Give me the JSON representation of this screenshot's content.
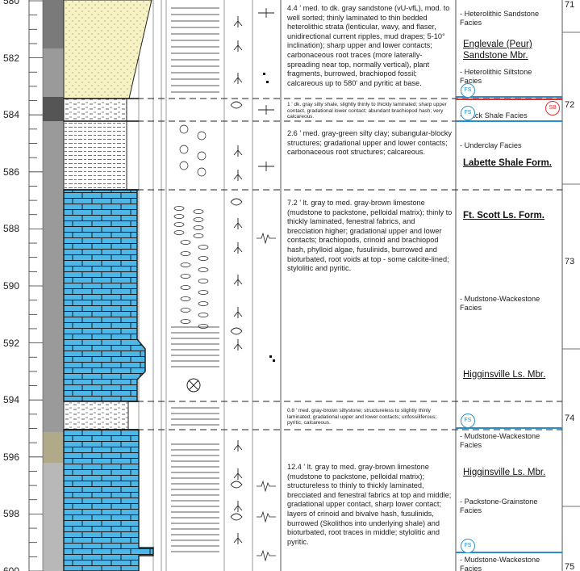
{
  "depth_labels": [
    "580",
    "582",
    "584",
    "586",
    "588",
    "590",
    "592",
    "594",
    "596",
    "598",
    "600"
  ],
  "descriptions": [
    {
      "id": "unit1",
      "size": "normal",
      "text": "4.4 ' med. to dk. gray sandstone (vU-vfL), mod. to well sorted; thinly laminated to thin bedded heterolithic strata (lenticular, wavy, and flaser, unidirectional current ripples, mud drapes; 5-10° inclination); sharp upper and lower contacts; carbonaceous root traces (more laterally-spreading near top, normally vertical), plant fragments, burrowed, brachiopod fossil; calcareous up to 580' and pyritic at base."
    },
    {
      "id": "unit2",
      "size": "small",
      "text": "1 ' dk. gray silty shale, slightly thinly to thickly laminated; sharp upper contact, gradational lower contact; abundant brachiopod hash; very calcareous."
    },
    {
      "id": "unit3",
      "size": "normal",
      "text": "2.6 ' med. gray-green silty clay; subangular-blocky structures; gradational upper and lower contacts; carbonaceous root structures; calcareous."
    },
    {
      "id": "unit4",
      "size": "normal",
      "text": "7.2 ' lt. gray to med. gray-brown limestone (mudstone to packstone, pelloidal matrix); thinly to thickly laminated, fenestral fabrics, and brecciation higher; gradational upper and lower contacts; brachiopods, crinoid and brachiopod hash, phylloid algae, fusulinids, burrowed and bioturbated, root voids at top - some calcite-lined; stylolitic and pyritic."
    },
    {
      "id": "unit5",
      "size": "small",
      "text": "0.8 ' med. gray-brown siltystone; structureless to slightly thinly laminated; gradational upper and lower contacts; unfossiliferous; pyritic, calcareous."
    },
    {
      "id": "unit6",
      "size": "normal",
      "text": "12.4 ' lt. gray to med. gray-brown limestone (mudstone to packstone, pelloidal matrix); structureless to thinly to thickly laminated, brecciated and fenestral fabrics at top and middle; gradational upper contact, sharp lower contact; layers of crinoid and bivalve hash, fusulinids, burrowed (Skolithos into underlying shale) and bioturbated, root traces in middle; stylolitic and pyritic."
    }
  ],
  "facies": [
    {
      "id": "f1",
      "text": "- Heterolithic Sandstone Facies"
    },
    {
      "id": "f2",
      "text": "- Heterolithic Siltstone Facies"
    },
    {
      "id": "f3",
      "text": "- Black Shale Facies"
    },
    {
      "id": "f4",
      "text": "- Underclay Facies"
    },
    {
      "id": "f5",
      "text": "- Mudstone-Wackestone Facies"
    },
    {
      "id": "f6",
      "text": "- Mudstone-Wackestone Facies"
    },
    {
      "id": "f7",
      "text": "- Packstone-Grainstone Facies"
    },
    {
      "id": "f8",
      "text": "- Mudstone-Wackestone Facies"
    }
  ],
  "formations": [
    {
      "id": "m1",
      "text": "Englevale (Peur) Sandstone Mbr."
    },
    {
      "id": "m2",
      "text": "Labette Shale Form."
    },
    {
      "id": "m3",
      "text": "Ft. Scott Ls. Form."
    },
    {
      "id": "m4",
      "text": "Higginsville Ls. Mbr."
    },
    {
      "id": "m5",
      "text": "Higginsville Ls. Mbr."
    }
  ],
  "sequence_labels": [
    "71",
    "72",
    "73",
    "74",
    "75"
  ],
  "surface_labels": {
    "fs": "FS",
    "sb": "SB"
  },
  "colors": {
    "limestone": "#4db8e8",
    "sandstone": "#f7f2c4",
    "fs_line": "#2a8fc8",
    "sb_line": "#e03030",
    "grid": "#555555"
  }
}
